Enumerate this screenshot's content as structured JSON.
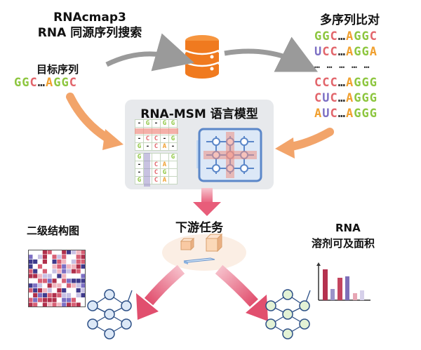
{
  "top_left": {
    "title_line1": "RNAcmap3",
    "title_line2": "RNA 同源序列搜索",
    "query_label": "目标序列",
    "query_seq": [
      [
        "G",
        "G",
        "C"
      ],
      [
        "A",
        "G",
        "G",
        "C"
      ]
    ]
  },
  "top_right": {
    "title": "多序列比对",
    "rows": [
      [
        [
          "G",
          "G",
          "C"
        ],
        [
          "A",
          "G",
          "G",
          "C"
        ]
      ],
      [
        [
          "U",
          "C",
          "C"
        ],
        [
          "A",
          "G",
          "G",
          "A"
        ]
      ],
      "dots",
      [
        [
          "C",
          "C",
          "C"
        ],
        [
          "A",
          "G",
          "G",
          "G"
        ]
      ],
      [
        [
          "C",
          "U",
          "C"
        ],
        [
          "A",
          "G",
          "G",
          "G"
        ]
      ],
      [
        [
          "A",
          "U",
          "C"
        ],
        [
          "A",
          "G",
          "G",
          "G"
        ]
      ]
    ],
    "dots_text": "… … … … …"
  },
  "center": {
    "title": "RNA-MSM 语言模型",
    "msa_top": [
      [
        "-",
        "G",
        "-",
        "G",
        "G"
      ],
      [
        "",
        "",
        "",
        "",
        ""
      ],
      [
        "-",
        "C",
        "C",
        "-",
        "G"
      ],
      [
        "G",
        "-",
        "C",
        "A",
        "-"
      ]
    ],
    "msa_bottom": [
      [
        "G",
        "",
        "",
        "",
        "G"
      ],
      [
        "-",
        "",
        "C",
        "A",
        ""
      ],
      [
        "-",
        "",
        "C",
        "G",
        ""
      ],
      [
        "G",
        "",
        "C",
        "A",
        ""
      ]
    ]
  },
  "downstream": {
    "title": "下游任务",
    "left_label": "二级结构图",
    "right_label_line1": "RNA",
    "right_label_line2": "溶剂可及面积"
  },
  "colors": {
    "G": "#8dc63f",
    "C": "#e2656b",
    "A": "#f0a030",
    "U": "#7c6fc4",
    "arrow_grey": "#9a9a9a",
    "arrow_orange": "#f2a46a",
    "arrow_pink": "#e85d7a",
    "db_orange": "#f07a1f",
    "model_blue": "#5b87c9"
  },
  "icons": [
    "database-icon",
    "transformer-block-icon",
    "boxes-icon",
    "neural-network-icon",
    "heatmap-icon",
    "bar-chart-icon"
  ]
}
